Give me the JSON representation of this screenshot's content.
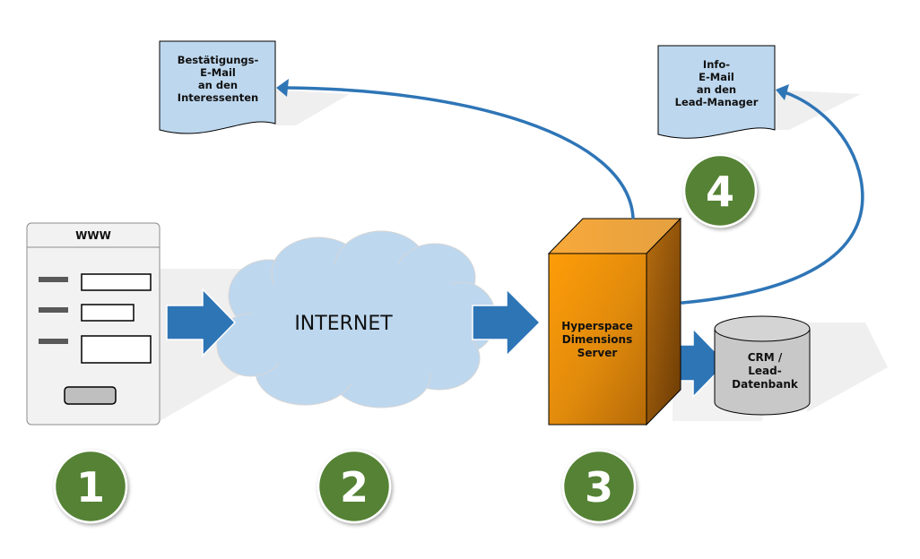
{
  "diagram": {
    "title": "",
    "colors": {
      "arrow": "#2e75b6",
      "document_fill": "#bdd7ee",
      "cloud_fill": "#bdd7ee",
      "server_front": "#f59a0f",
      "server_dark": "#7a4506",
      "database_fill": "#c8c8c8",
      "badge_fill": "#548235",
      "browser_fill": "#f2f2f2",
      "shadow": "#efefef"
    },
    "browser": {
      "title": "WWW"
    },
    "cloud": {
      "label": "INTERNET"
    },
    "server": {
      "label_lines": [
        "Hyperspace",
        "Dimensions",
        "Server"
      ]
    },
    "database": {
      "label_lines": [
        "CRM /",
        "Lead-",
        "Datenbank"
      ]
    },
    "documents": [
      {
        "id": "confirmation-email",
        "label_lines": [
          "Bestätigungs-",
          "E-Mail",
          "an den",
          "Interessenten"
        ]
      },
      {
        "id": "info-email",
        "label_lines": [
          "Info-",
          "E-Mail",
          "an den",
          "Lead-Manager"
        ]
      }
    ],
    "steps": [
      {
        "number": "1",
        "label": "1"
      },
      {
        "number": "2",
        "label": "2"
      },
      {
        "number": "3",
        "label": "3"
      },
      {
        "number": "4",
        "label": "4"
      }
    ],
    "connections": [
      {
        "from": "browser",
        "to": "cloud",
        "style": "block-arrow"
      },
      {
        "from": "cloud",
        "to": "server",
        "style": "block-arrow"
      },
      {
        "from": "server",
        "to": "database",
        "style": "block-arrow"
      },
      {
        "from": "server",
        "to": "confirmation-email",
        "style": "curved-arrow"
      },
      {
        "from": "server",
        "to": "info-email",
        "style": "curved-arrow"
      }
    ]
  }
}
